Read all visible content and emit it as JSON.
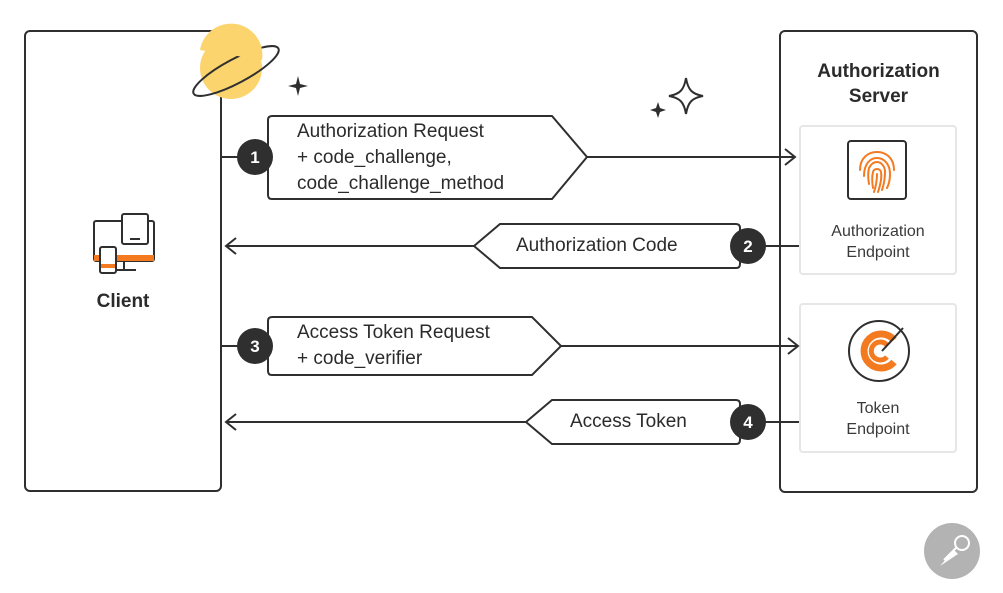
{
  "client": {
    "label": "Client",
    "icon": "devices-icon"
  },
  "server": {
    "title_line1": "Authorization",
    "title_line2": "Server",
    "endpoints": [
      {
        "label_line1": "Authorization",
        "label_line2": "Endpoint",
        "icon": "fingerprint-icon"
      },
      {
        "label_line1": "Token",
        "label_line2": "Endpoint",
        "icon": "token-logo-icon"
      }
    ]
  },
  "steps": [
    {
      "number": "1",
      "lines": [
        "Authorization Request",
        "+ code_challenge,",
        "code_challenge_method"
      ],
      "direction": "to-server"
    },
    {
      "number": "2",
      "lines": [
        "Authorization Code"
      ],
      "direction": "to-client"
    },
    {
      "number": "3",
      "lines": [
        "Access Token Request",
        "+ code_verifier"
      ],
      "direction": "to-server"
    },
    {
      "number": "4",
      "lines": [
        "Access Token"
      ],
      "direction": "to-client"
    }
  ],
  "colors": {
    "accent": "#f47a20",
    "planet": "#fbd46d",
    "outline": "#2f2f2f",
    "badge": "#2f2f2f"
  },
  "decorations": [
    "planet-icon",
    "sparkle-icon",
    "postman-logo-icon"
  ]
}
